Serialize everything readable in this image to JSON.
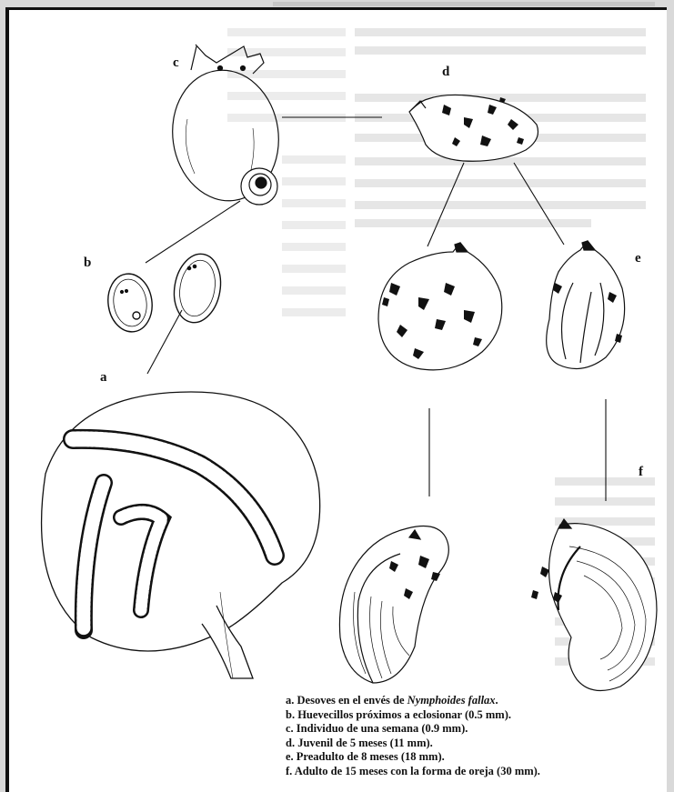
{
  "figure": {
    "labels": {
      "a": "a",
      "b": "b",
      "c": "c",
      "d": "d",
      "e": "e",
      "f": "f"
    }
  },
  "caption": {
    "a_prefix": "a. Desoves en el envés de ",
    "a_species": "Nymphoides fallax",
    "a_suffix": ".",
    "b": "b. Huevecillos próximos a eclosionar (0.5 mm).",
    "c": "c. Individuo de una semana (0.9 mm).",
    "d": "d. Juvenil de 5 meses (11 mm).",
    "e": "e. Preadulto de 8 meses (18 mm).",
    "f": "f. Adulto de 15 meses con la forma de oreja (30 mm)."
  },
  "colors": {
    "ink": "#111111",
    "paper": "#ffffff",
    "page": "#d9d9d9",
    "bleed_text": "#c8c8c8"
  }
}
